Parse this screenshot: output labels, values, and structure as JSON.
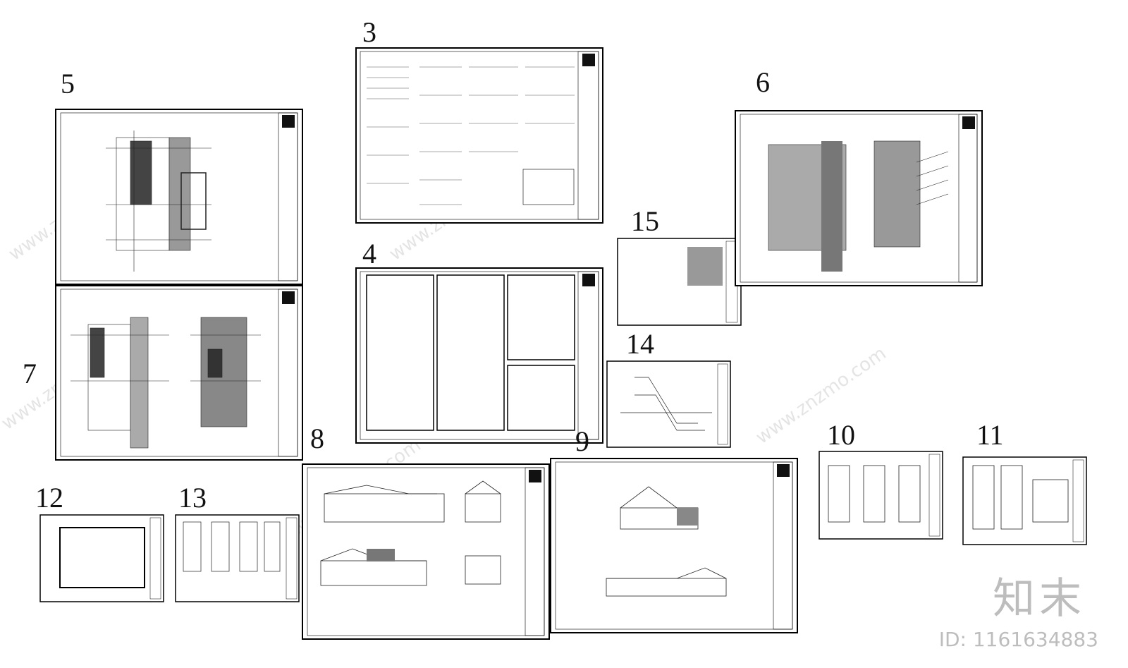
{
  "sheets": [
    {
      "label": "3"
    },
    {
      "label": "4"
    },
    {
      "label": "5"
    },
    {
      "label": "6"
    },
    {
      "label": "7"
    },
    {
      "label": "8"
    },
    {
      "label": "9"
    },
    {
      "label": "10"
    },
    {
      "label": "11"
    },
    {
      "label": "12"
    },
    {
      "label": "13"
    },
    {
      "label": "14"
    },
    {
      "label": "15"
    }
  ],
  "watermark": {
    "site": "www.znzmo.com",
    "brand": "知末",
    "id": "ID: 1161634883"
  }
}
